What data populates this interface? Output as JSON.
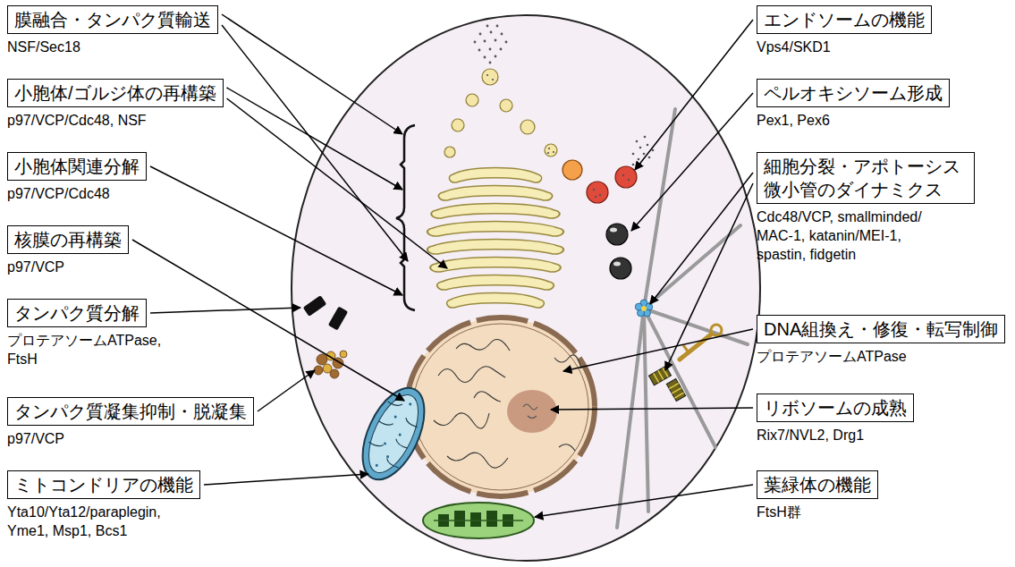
{
  "diagram": {
    "nodes": [
      {
        "text": [
          "膜融合・タンパク質輸送",
          "NSF/Sec18"
        ]
      },
      {
        "text": [
          "小胞体/ゴルジ体の再構築",
          "p97/VCP/Cdc48, NSF"
        ]
      },
      {
        "text": [
          "小胞体関連分解",
          "p97/VCP/Cdc48"
        ]
      },
      {
        "text": [
          "核膜の再構築",
          "p97/VCP"
        ]
      },
      {
        "text": [
          "タンパク質分解",
          "プロテアソームATPase, FtsH"
        ]
      },
      {
        "text": [
          "タンパク質凝集抑制・脱凝集",
          "p97/VCP"
        ]
      },
      {
        "text": [
          "ミトコンドリアの機能",
          "Yta10/Yta12/paraplegin, Yme1, Msp1, Bcs1"
        ]
      },
      {
        "text": [
          "エンドソームの機能",
          "Vps4/SKD1"
        ]
      },
      {
        "text": [
          "ペルオキシソーム形成",
          "Pex1, Pex6"
        ]
      },
      {
        "text": [
          "細胞分裂・アポトーシス 微小管のダイナミクス",
          "Cdc48/VCP, smallminded/ MAC-1, katanin/MEI-1, spastin, fidgetin"
        ]
      },
      {
        "text": [
          "DNA組換え・修復・転写制御",
          "プロテアソームATPase"
        ]
      },
      {
        "text": [
          "リボソームの成熟",
          "Rix7/NVL2, Drg1"
        ]
      },
      {
        "text": [
          "葉緑体の機能",
          "FtsH群"
        ]
      }
    ]
  }
}
